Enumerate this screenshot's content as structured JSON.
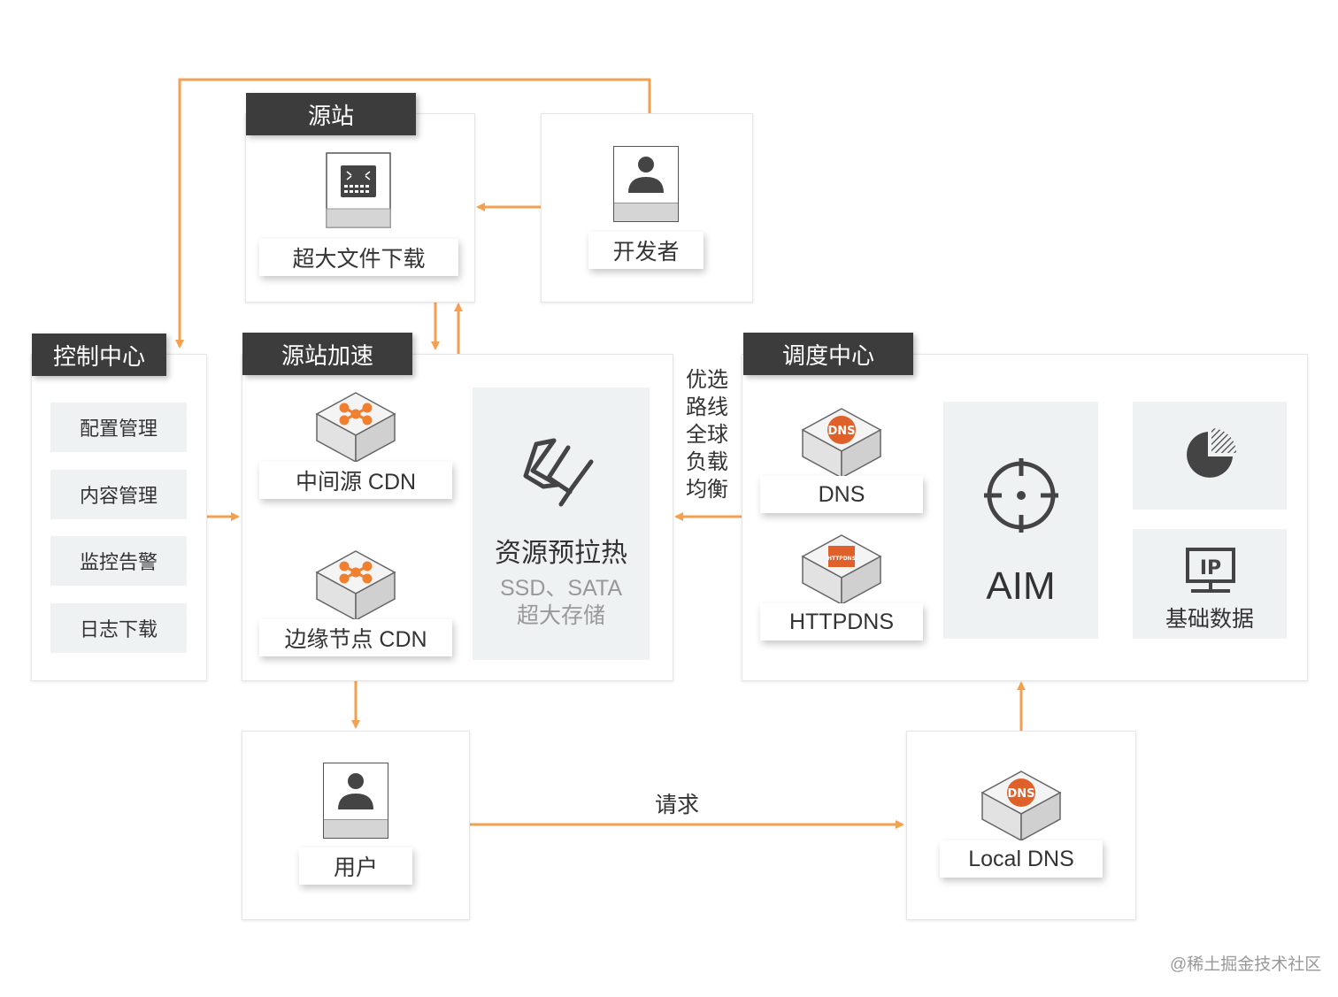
{
  "origin": {
    "title": "源站",
    "item": "超大文件下载"
  },
  "developer": {
    "label": "开发者"
  },
  "control": {
    "title": "控制中心",
    "items": [
      "配置管理",
      "内容管理",
      "监控告警",
      "日志下载"
    ]
  },
  "acceleration": {
    "title": "源站加速",
    "mid_cdn": "中间源 CDN",
    "edge_cdn": "边缘节点 CDN",
    "preheat_title": "资源预拉热",
    "storage_line1": "SSD、SATA",
    "storage_line2": "超大存储"
  },
  "balance_text": [
    "优选",
    "路线",
    "全球",
    "负载",
    "均衡"
  ],
  "dispatch": {
    "title": "调度中心",
    "dns": "DNS",
    "dns_icon_text": "DNS",
    "httpdns": "HTTPDNS",
    "httpdns_icon_text": "HTTPDNS",
    "aim": "AIM",
    "ip_icon_text": "IP",
    "base_data": "基础数据"
  },
  "user": {
    "label": "用户"
  },
  "request": "请求",
  "local_dns": {
    "label": "Local DNS",
    "icon_text": "DNS"
  },
  "watermark": "@稀土掘金技术社区",
  "colors": {
    "accent": "#f5a050",
    "tag": "#3c3c3c",
    "gray_box": "#eef2f3",
    "dns_red": "#e0602a"
  }
}
